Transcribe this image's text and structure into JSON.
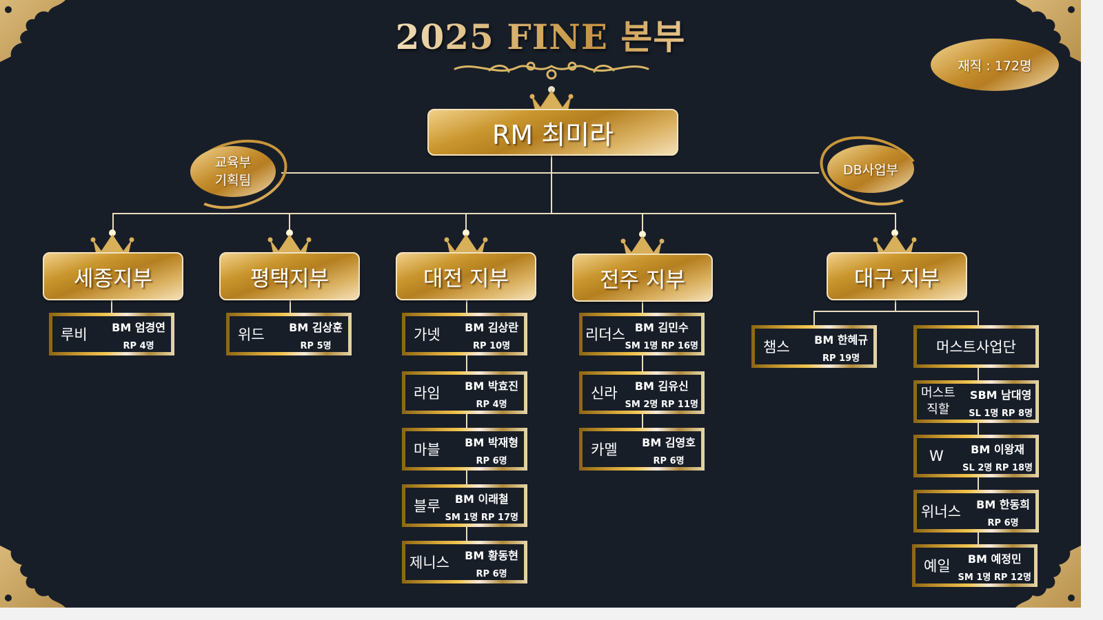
{
  "title": "2025 FINE 본부",
  "headcount_badge": "재직 : 172명",
  "rm": {
    "label": "RM 최미라"
  },
  "side_units": {
    "left": {
      "line1": "교육부",
      "line2": "기획팀"
    },
    "right": {
      "label": "DB사업부"
    }
  },
  "branches": [
    {
      "name": "세종지부",
      "teams": [
        {
          "name": "루비",
          "bm": "BM  엄경연",
          "stats": "RP 4명"
        }
      ]
    },
    {
      "name": "평택지부",
      "teams": [
        {
          "name": "위드",
          "bm": "BM 김상훈",
          "stats": "RP 5명"
        }
      ]
    },
    {
      "name": "대전 지부",
      "teams": [
        {
          "name": "가넷",
          "bm": "BM 김상란",
          "stats": "RP 10명"
        },
        {
          "name": "라임",
          "bm": "BM 박효진",
          "stats": "RP 4명"
        },
        {
          "name": "마블",
          "bm": "BM 박재형",
          "stats": "RP 6명"
        },
        {
          "name": "블루",
          "bm": "BM 이래철",
          "stats": "SM 1명  RP 17명"
        },
        {
          "name": "제니스",
          "bm": "BM 황동현",
          "stats": "RP 6명"
        }
      ]
    },
    {
      "name": "전주 지부",
      "teams": [
        {
          "name": "리더스",
          "bm": "BM 김민수",
          "stats": "SM 1명 RP 16명"
        },
        {
          "name": "신라",
          "bm": "BM 김유신",
          "stats": "SM 2명  RP 11명"
        },
        {
          "name": "카멜",
          "bm": "BM 김영호",
          "stats": "RP 6명"
        }
      ]
    },
    {
      "name": "대구 지부",
      "teams": [
        {
          "name": "챔스",
          "bm": "BM 한혜규",
          "stats": "RP 19명"
        }
      ],
      "division": {
        "name": "머스트사업단",
        "teams": [
          {
            "name": "머스트 직할",
            "name_line1": "머스트",
            "name_line2": "직할",
            "bm": "SBM 남대영",
            "stats": "SL 1명  RP 8명"
          },
          {
            "name": "W",
            "bm": "BM 이왕재",
            "stats": "SL 2명  RP 18명"
          },
          {
            "name": "위너스",
            "bm": "BM 한동희",
            "stats": "RP 6명"
          },
          {
            "name": "예일",
            "bm": "BM 예정민",
            "stats": "SM 1명  RP 12명"
          }
        ]
      }
    }
  ],
  "colors": {
    "background": "#181e28",
    "gold": "#c9962e",
    "line": "#e9dcc0"
  }
}
